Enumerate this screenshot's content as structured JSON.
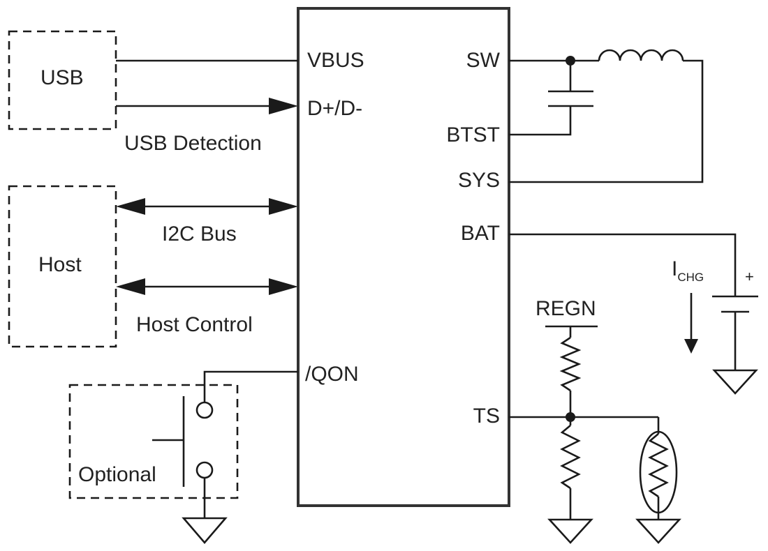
{
  "blocks": {
    "usb": "USB",
    "host": "Host",
    "optional": "Optional"
  },
  "signals": {
    "usb_detection": "USB Detection",
    "i2c_bus": "I2C Bus",
    "host_control": "Host Control"
  },
  "chip_pins": {
    "vbus": "VBUS",
    "dpdm": "D+/D-",
    "qon": "/QON",
    "sw": "SW",
    "btst": "BTST",
    "sys": "SYS",
    "bat": "BAT",
    "ts": "TS"
  },
  "external": {
    "regn": "REGN",
    "ichg_main": "I",
    "ichg_sub": "CHG",
    "battery_plus": "+"
  }
}
